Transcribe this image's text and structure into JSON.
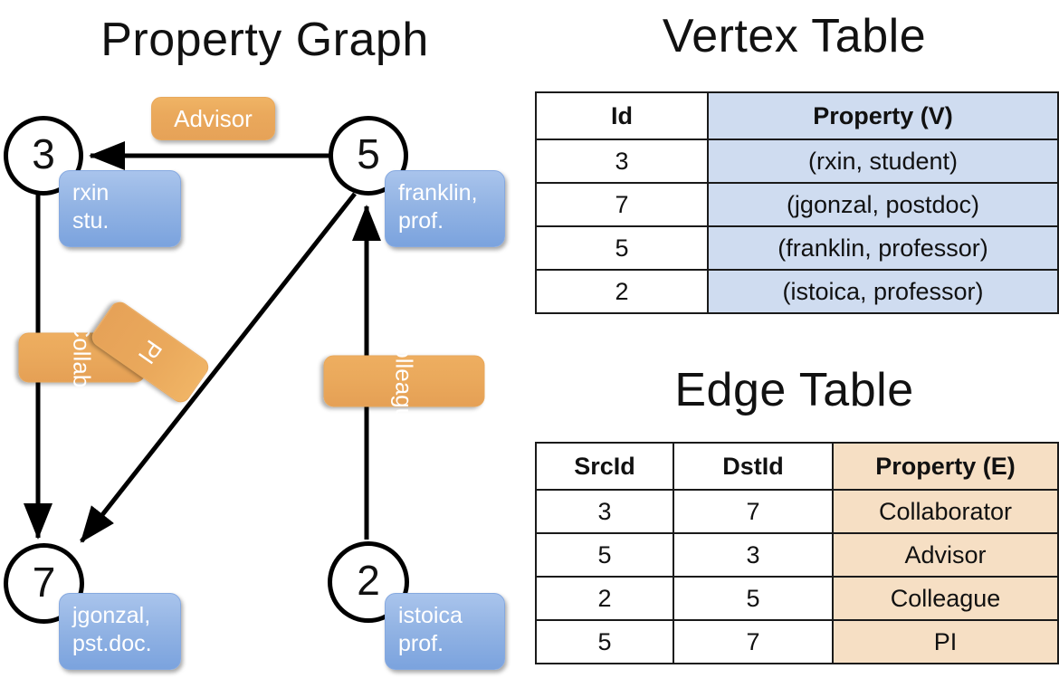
{
  "titles": {
    "property_graph": "Property Graph",
    "vertex_table": "Vertex Table",
    "edge_table": "Edge Table"
  },
  "graph": {
    "nodes": [
      {
        "id": "3",
        "property": "rxin\nstu."
      },
      {
        "id": "5",
        "property": "franklin,\nprof."
      },
      {
        "id": "7",
        "property": "jgonzal,\npst.doc."
      },
      {
        "id": "2",
        "property": "istoica\nprof."
      }
    ],
    "edge_labels": [
      {
        "text": "Advisor",
        "from": "5",
        "to": "3"
      },
      {
        "text": "Collab.",
        "from": "3",
        "to": "7"
      },
      {
        "text": "PI",
        "from": "5",
        "to": "7"
      },
      {
        "text": "Colleague",
        "from": "2",
        "to": "5"
      }
    ]
  },
  "vertex_table": {
    "columns": [
      "Id",
      "Property (V)"
    ],
    "rows": [
      {
        "id": "3",
        "property": "(rxin, student)"
      },
      {
        "id": "7",
        "property": "(jgonzal, postdoc)"
      },
      {
        "id": "5",
        "property": "(franklin, professor)"
      },
      {
        "id": "2",
        "property": "(istoica, professor)"
      }
    ]
  },
  "edge_table": {
    "columns": [
      "SrcId",
      "DstId",
      "Property (E)"
    ],
    "rows": [
      {
        "src": "3",
        "dst": "7",
        "property": "Collaborator"
      },
      {
        "src": "5",
        "dst": "3",
        "property": "Advisor"
      },
      {
        "src": "2",
        "dst": "5",
        "property": "Colleague"
      },
      {
        "src": "5",
        "dst": "7",
        "property": "PI"
      }
    ]
  },
  "colors": {
    "vertex_property_fill": "#cfdcf0",
    "edge_property_fill": "#f6dfc4",
    "node_box_blue": "#93b4e4",
    "edge_label_orange": "#eaa95c",
    "stroke": "#000000",
    "background": "#ffffff"
  }
}
